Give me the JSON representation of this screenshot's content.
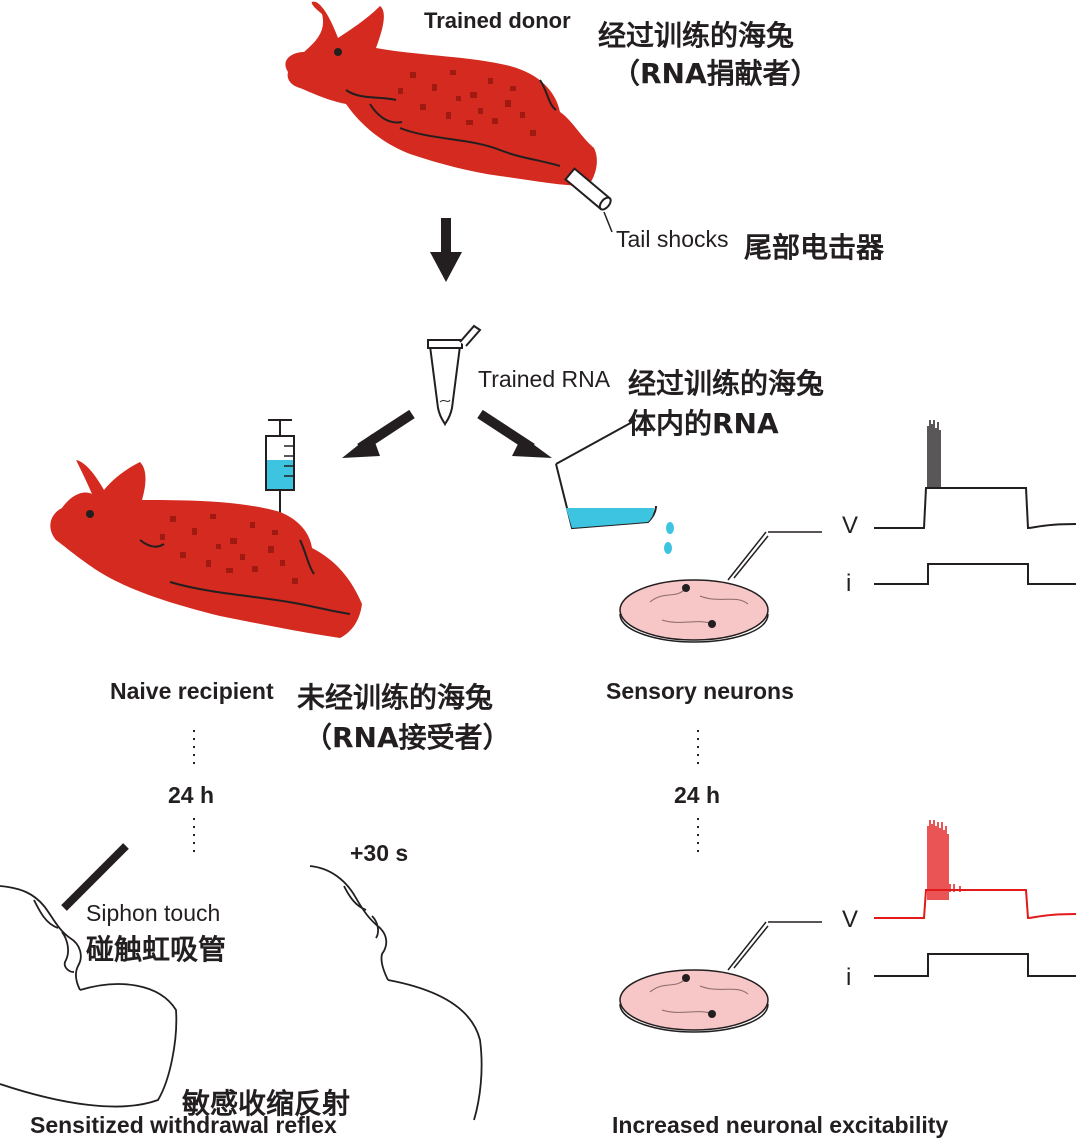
{
  "colors": {
    "slug_fill": "#d42a1f",
    "slug_spots": "#a11a12",
    "liquid": "#3cc4e0",
    "dish_fill": "#f7c6c6",
    "trace_control": "#231f20",
    "trace_trained": "#e31a1c"
  },
  "donor": {
    "label_en": "Trained donor",
    "label_zh": "经过训练的海兔",
    "label_zh_sub": "（RNA捐献者）",
    "tail_shocks_en": "Tail shocks",
    "tail_shocks_zh": "尾部电击器"
  },
  "rna": {
    "label_en": "Trained RNA",
    "label_zh": "经过训练的海兔",
    "label_zh_sub": "体内的RNA"
  },
  "recipient": {
    "label_en": "Naive recipient",
    "label_zh": "未经训练的海兔",
    "label_zh_sub": "（RNA接受者）"
  },
  "sensory": {
    "label_en": "Sensory neurons"
  },
  "timing": {
    "delay_left": "24 h",
    "delay_right": "24 h",
    "plus_30s": "+30 s"
  },
  "siphon": {
    "label_en": "Siphon touch",
    "label_zh": "碰触虹吸管"
  },
  "traces": {
    "voltage_label": "V",
    "current_label": "i"
  },
  "results": {
    "reflex_zh": "敏感收缩反射",
    "reflex_en": "Sensitized withdrawal reflex",
    "excitability_en": "Increased neuronal excitability"
  }
}
